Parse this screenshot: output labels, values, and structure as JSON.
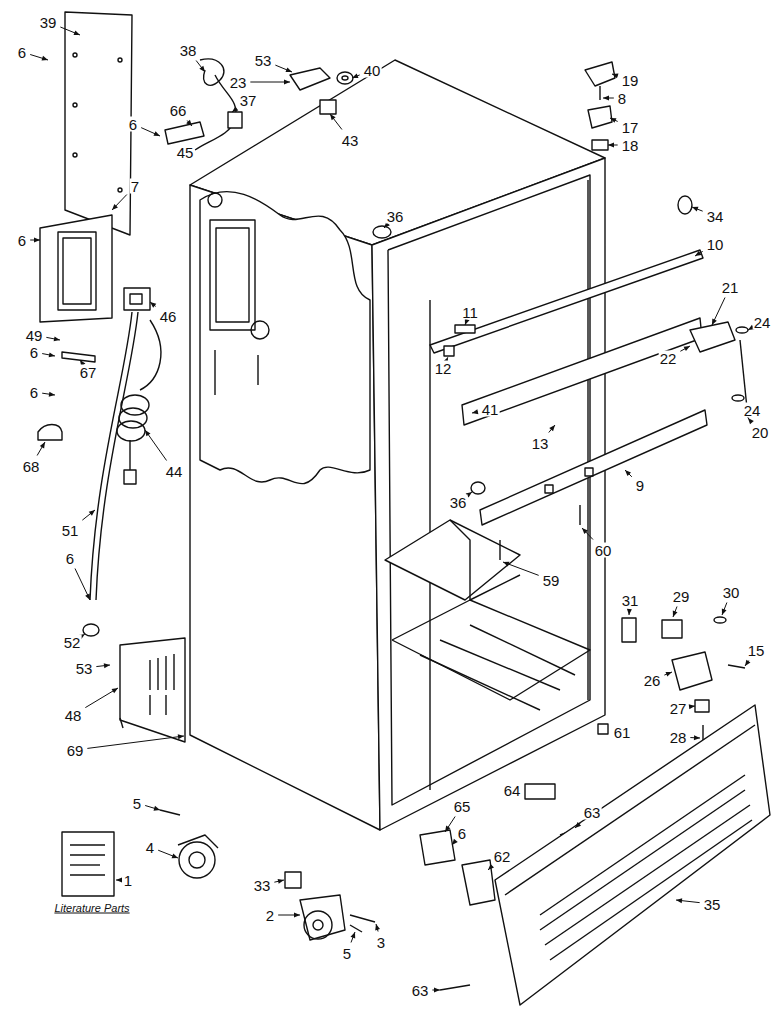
{
  "diagram": {
    "labels": [
      "39",
      "6",
      "38",
      "53",
      "40",
      "19",
      "8",
      "23",
      "37",
      "17",
      "6",
      "66",
      "43",
      "18",
      "45",
      "7",
      "34",
      "36",
      "10",
      "6",
      "46",
      "11",
      "21",
      "24",
      "49",
      "12",
      "6",
      "67",
      "6",
      "41",
      "13",
      "24",
      "20",
      "22",
      "44",
      "36",
      "9",
      "68",
      "60",
      "59",
      "51",
      "6",
      "31",
      "29",
      "30",
      "15",
      "52",
      "53",
      "26",
      "27",
      "28",
      "61",
      "48",
      "69",
      "64",
      "63",
      "65",
      "6",
      "62",
      "5",
      "4",
      "1",
      "33",
      "35",
      "2",
      "5",
      "3",
      "63",
      "Literature Parts"
    ]
  }
}
